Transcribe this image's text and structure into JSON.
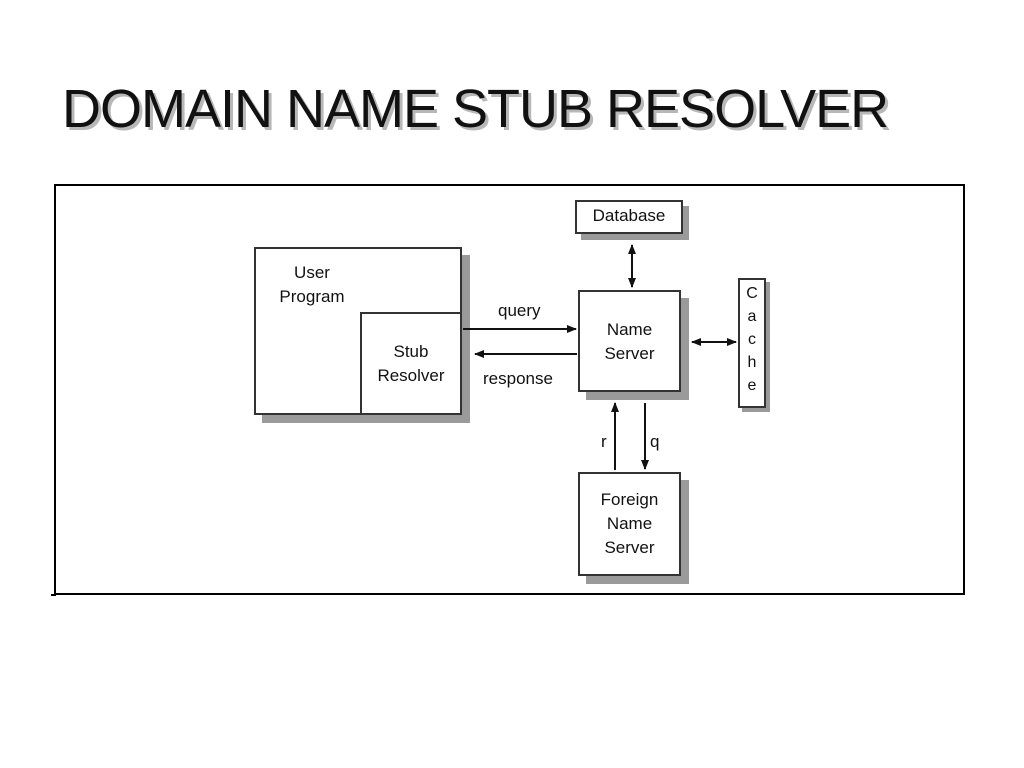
{
  "title": "DOMAIN NAME STUB RESOLVER",
  "diagram": {
    "user_program": "User\nProgram",
    "stub_resolver": "Stub\nResolver",
    "name_server": "Name\nServer",
    "database": "Database",
    "cache": "C\na\nc\nh\ne",
    "foreign_name_server": "Foreign\nName\nServer",
    "query": "query",
    "response": "response",
    "r": "r",
    "q": "q"
  }
}
